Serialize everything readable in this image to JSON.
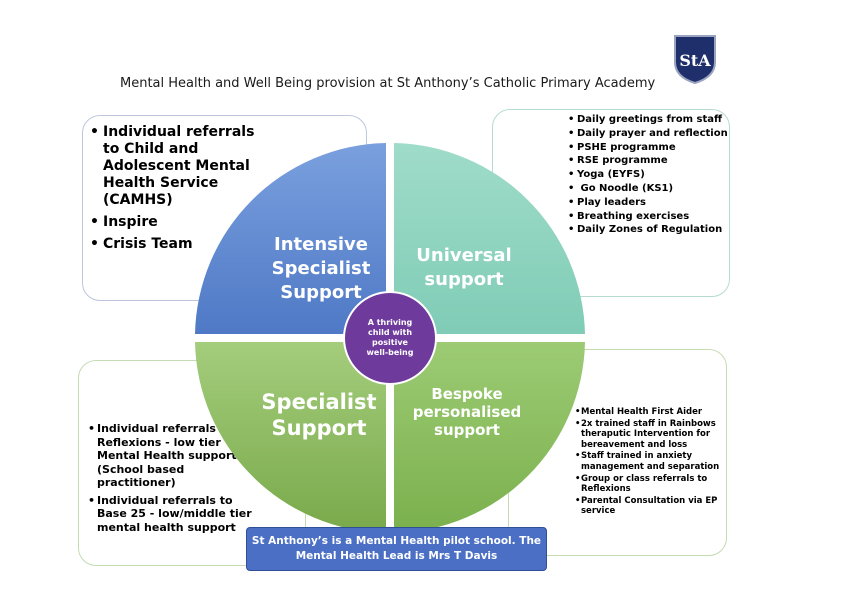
{
  "title": "Mental Health and Well Being provision at St Anthony’s Catholic Primary Academy",
  "crest_text": "StA",
  "quadrants": {
    "top_left": "Intensive Specialist Support",
    "top_right": "Universal support",
    "bottom_left": "Specialist Support",
    "bottom_right": "Bespoke personalised support"
  },
  "center": "A thriving child with positive well-being",
  "panels": {
    "intensive": [
      "Individual referrals to Child and Adolescent Mental Health Service (CAMHS)",
      "Inspire",
      "Crisis Team"
    ],
    "universal": [
      "Daily greetings from staff",
      "Daily prayer and reflection",
      "PSHE programme",
      "RSE programme",
      "Yoga (EYFS)",
      " Go Noodle (KS1)",
      "Play leaders",
      "Breathing exercises",
      "Daily Zones of Regulation"
    ],
    "specialist": [
      "Individual referrals to Reflexions - low tier Mental Health support (School based practitioner)",
      "Individual referrals to Base 25 - low/middle tier mental health support"
    ],
    "bespoke": [
      "Mental Health First Aider",
      "2x trained staff in Rainbows theraputic Intervention for bereavement and loss",
      "Staff trained in anxiety management and separation",
      "Group or class referrals to Reflexions",
      "Parental Consultation via EP service"
    ]
  },
  "banner": "St Anthony’s is a Mental Health pilot school. The Mental Health Lead is Mrs T Davis",
  "colors": {
    "blue": "#5b86d0",
    "teal": "#8dd3bf",
    "green": "#86b45a",
    "center": "#6e3a9c",
    "banner": "#4a6fc4",
    "crest": "#1f2f6b"
  }
}
